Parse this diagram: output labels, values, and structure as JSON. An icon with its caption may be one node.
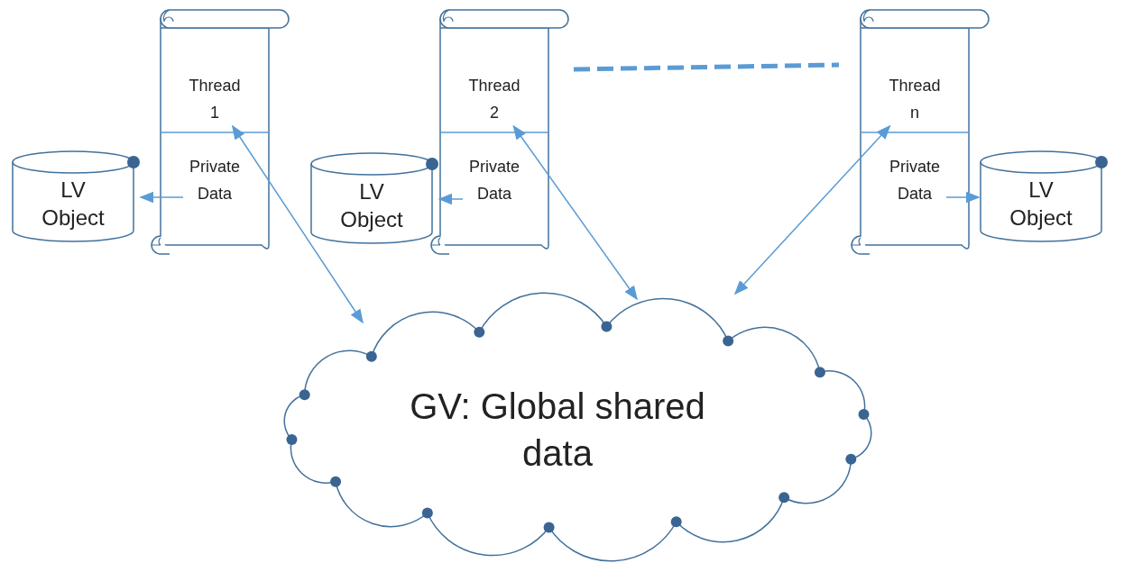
{
  "diagram": {
    "nodes": [
      {
        "text": [],
        "shape": "scroll"
      },
      {
        "text": [
          "Thread 1"
        ],
        "in": 0
      },
      {
        "text": [
          "Private Data"
        ],
        "in": 0
      },
      {
        "text": [
          "LV Object"
        ]
      },
      {
        "text": [],
        "shape": "scroll"
      },
      {
        "text": [
          "Thread 2"
        ],
        "in": 4
      },
      {
        "text": [
          "Private Data"
        ],
        "in": 4
      },
      {
        "text": [
          "LV Object"
        ]
      },
      {
        "text": [],
        "shape": "scroll"
      },
      {
        "text": [
          "Thread n"
        ],
        "in": 8
      },
      {
        "text": [
          "Private Data"
        ],
        "in": 8
      },
      {
        "text": [
          "LV Object"
        ]
      },
      {
        "text": [
          "GV: Global shared data"
        ]
      }
    ],
    "edges": [
      {
        "from": 2,
        "to": 3,
        "arrow": "to"
      },
      {
        "from": 6,
        "to": 7,
        "arrow": "to"
      },
      {
        "from": 10,
        "to": 11,
        "arrow": "to"
      },
      {
        "from": 1,
        "to": 12,
        "arrow": "both"
      },
      {
        "from": 5,
        "to": 12,
        "arrow": "both"
      },
      {
        "from": 9,
        "to": 12,
        "arrow": "both"
      }
    ]
  }
}
